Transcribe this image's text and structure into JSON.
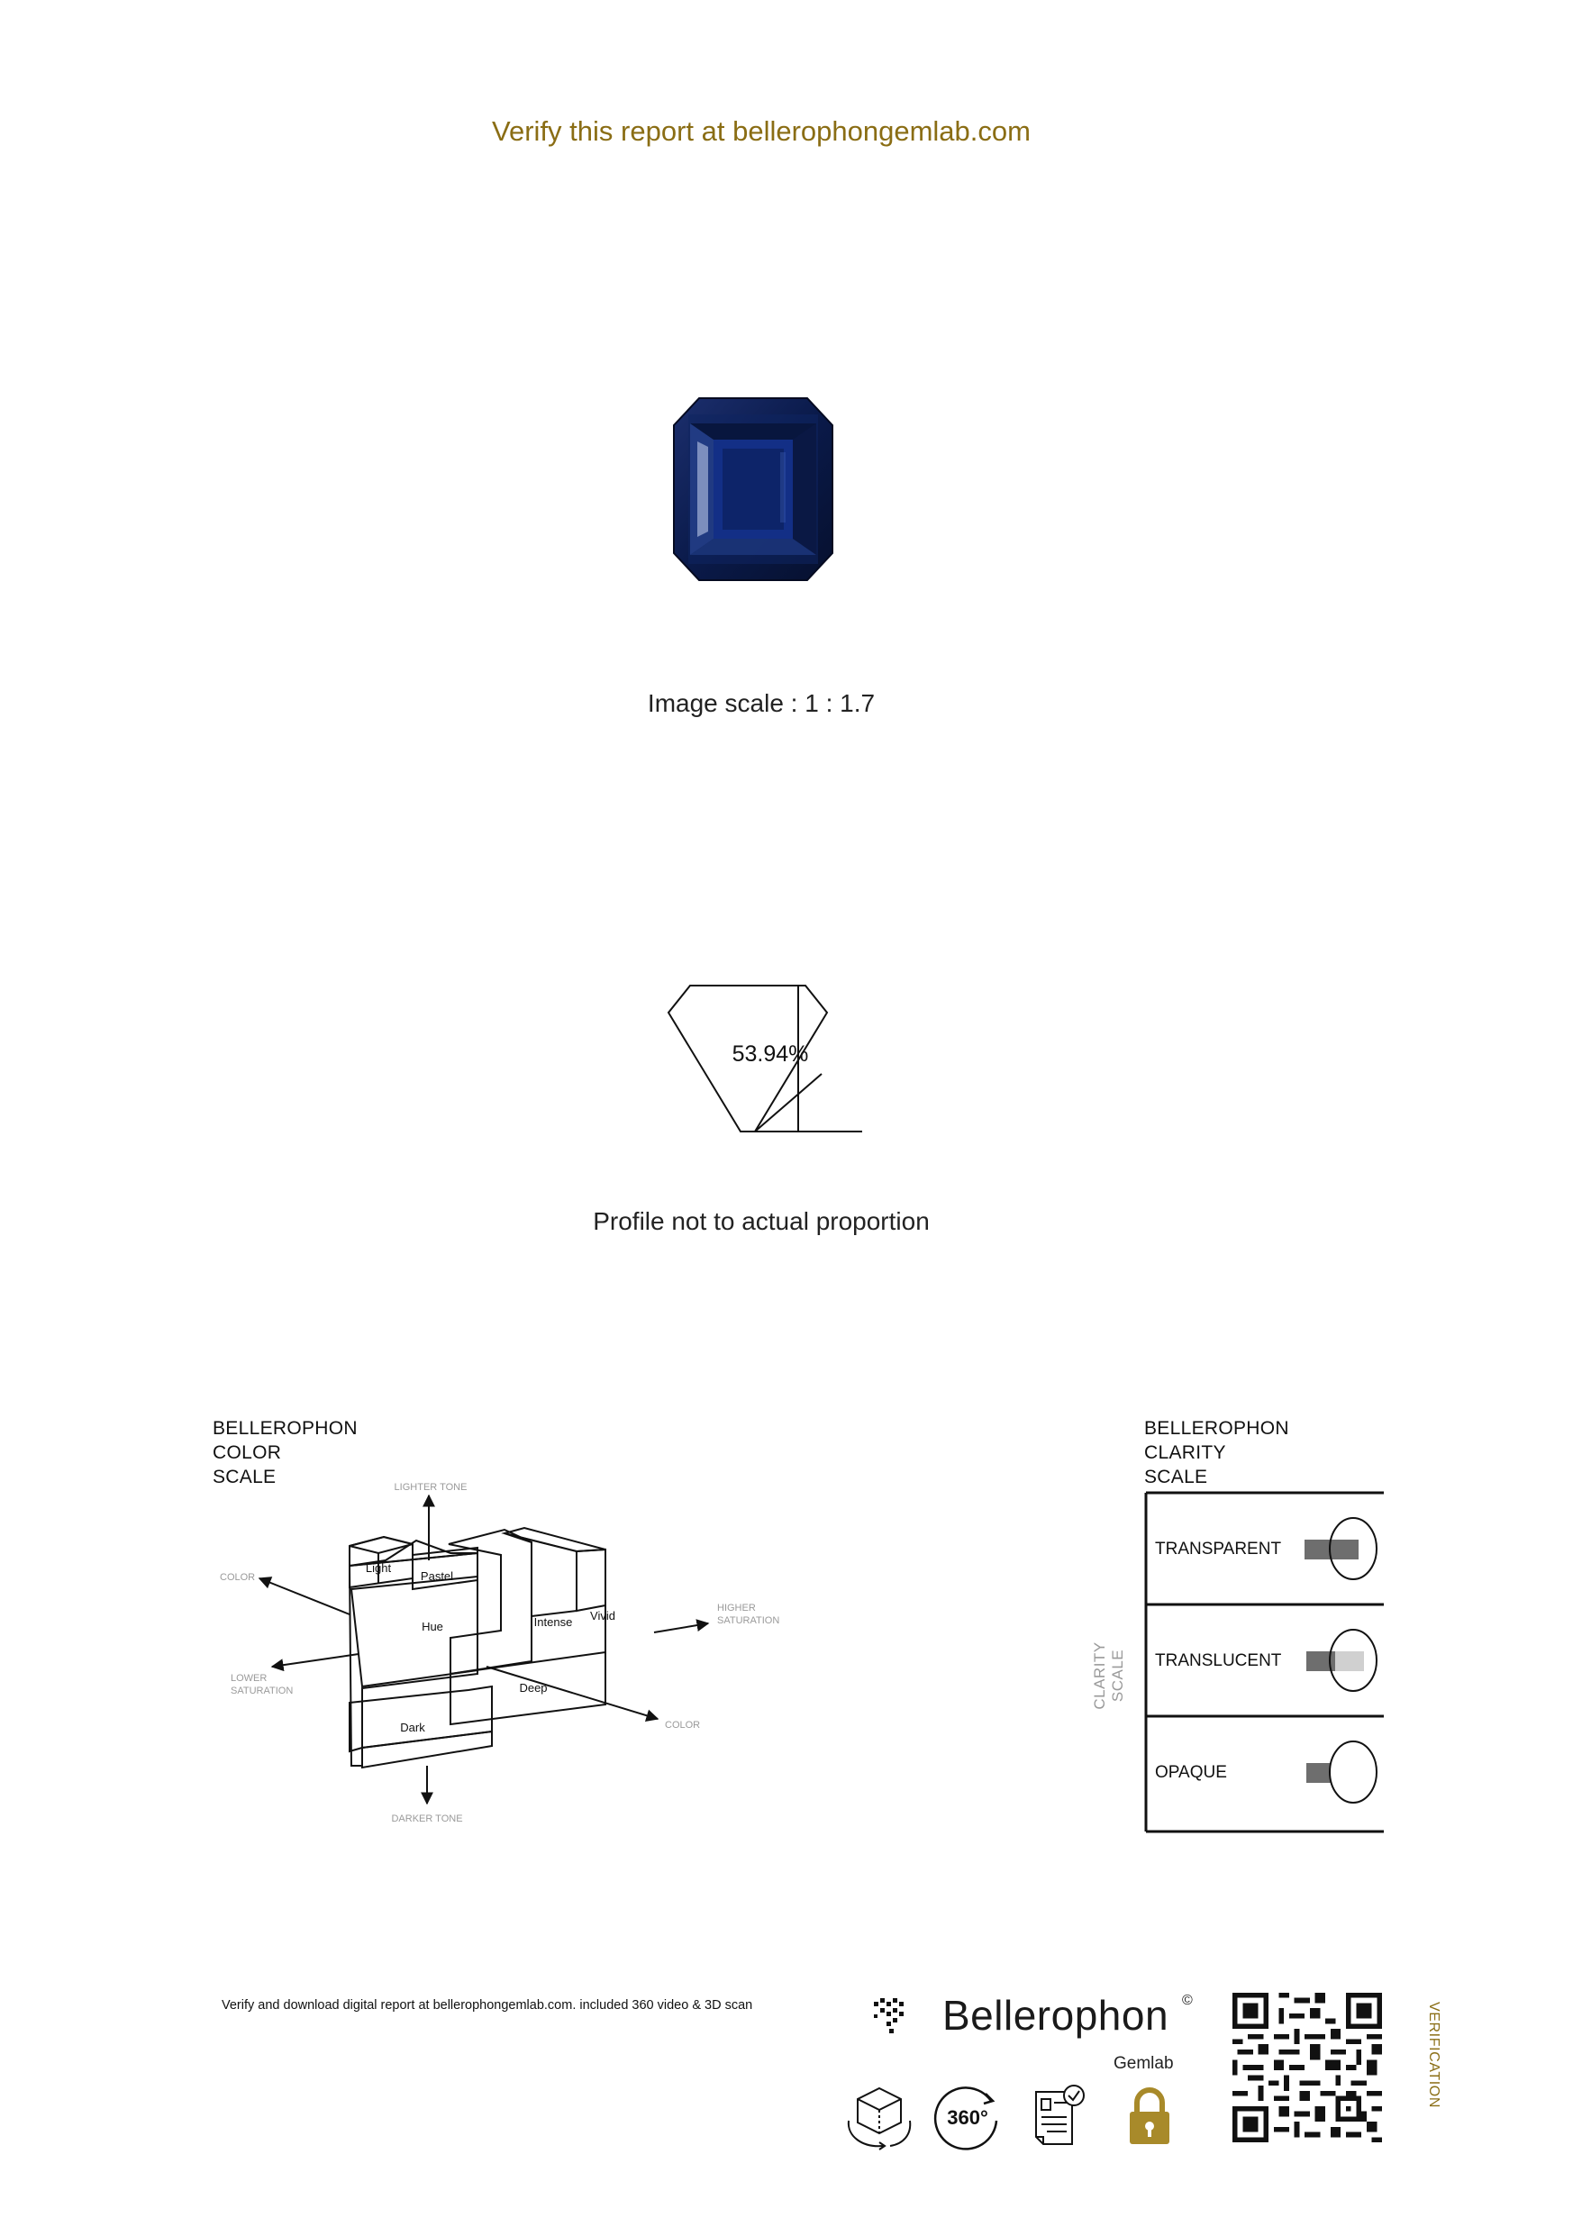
{
  "header": {
    "verify_text": "Verify this report at bellerophongemlab.com"
  },
  "gem_image": {
    "scale_caption": "Image scale : 1 : 1.7"
  },
  "profile": {
    "depth_percent": "53.94%",
    "caption": "Profile not to actual proportion"
  },
  "color_scale": {
    "title_lines": [
      "BELLEROPHON",
      "COLOR",
      "SCALE"
    ],
    "blocks": [
      "Light",
      "Pastel",
      "Hue",
      "Intense",
      "Vivid",
      "Deep",
      "Dark"
    ],
    "axes": {
      "lighter_tone": "LIGHTER TONE",
      "darker_tone": "DARKER TONE",
      "color_left": "COLOR",
      "color_right": "COLOR",
      "higher_saturation": [
        "HIGHER",
        "SATURATION"
      ],
      "lower_saturation": [
        "LOWER",
        "SATURATION"
      ]
    }
  },
  "clarity_scale": {
    "title_lines": [
      "BELLEROPHON",
      "CLARITY",
      "SCALE"
    ],
    "axis_label": "CLARITY SCALE",
    "rows": [
      "TRANSPARENT",
      "TRANSLUCENT",
      "OPAQUE"
    ]
  },
  "footer": {
    "verify_text": "Verify and download digital report at bellerophongemlab.com. included 360 video & 3D scan",
    "brand_name": "Bellerophon",
    "brand_copyright": "©",
    "brand_sub": "Gemlab",
    "icons": [
      "3d-cube-icon",
      "360-icon",
      "certificate-icon",
      "lock-icon"
    ],
    "icon_360_text": "360°",
    "verification_label": "VERIFICATION"
  },
  "colors": {
    "accent_gold": "#8a6d14",
    "gem_blue": "#0b1c4e",
    "clarity_bar_dark": "#6e6e6e",
    "clarity_bar_light": "#d0d0d0"
  }
}
